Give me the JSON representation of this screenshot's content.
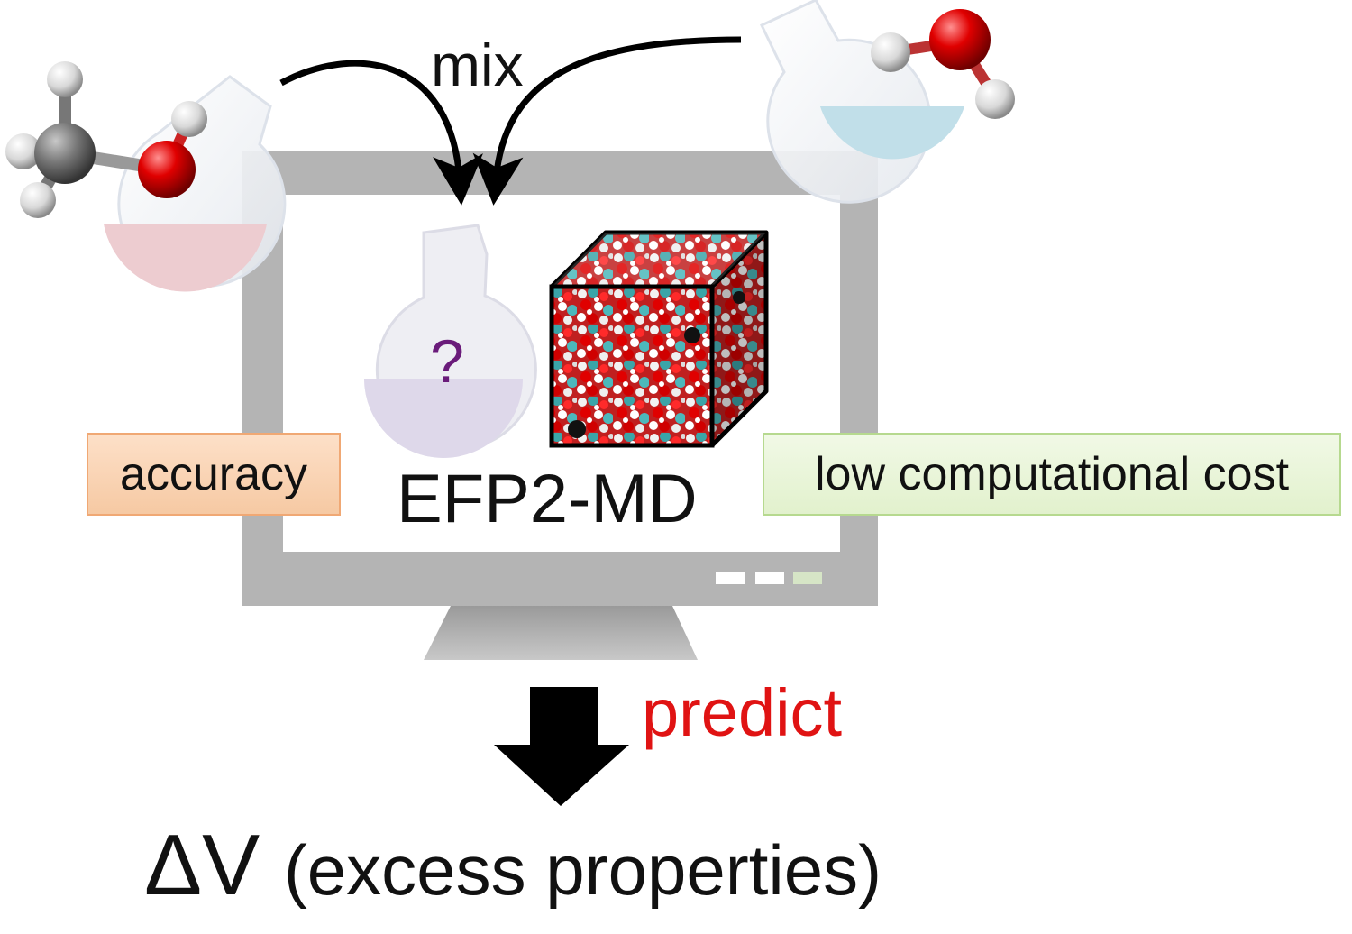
{
  "diagram": {
    "mix_label": "mix",
    "unknown_mark": "?",
    "method_label": "EFP2-MD",
    "left_badge": "accuracy",
    "right_badge": "low computational cost",
    "predict_label": "predict",
    "result_symbol": "ΔV",
    "result_text": "(excess properties)"
  },
  "colors": {
    "monitor_gray": "#b4b4b4",
    "predict_red": "#e01313",
    "question_purple": "#6a1b7a",
    "oxygen_red": "#d40000",
    "carbon_gray": "#777777",
    "hydrogen_white": "#eeeeee",
    "accuracy_orange": "#f6c9a3",
    "cost_green": "#e2f1cd"
  },
  "icons": [
    "methanol-molecule-icon",
    "water-molecule-icon",
    "flask-icon",
    "simulation-box-icon",
    "monitor-icon",
    "down-arrow-icon"
  ]
}
